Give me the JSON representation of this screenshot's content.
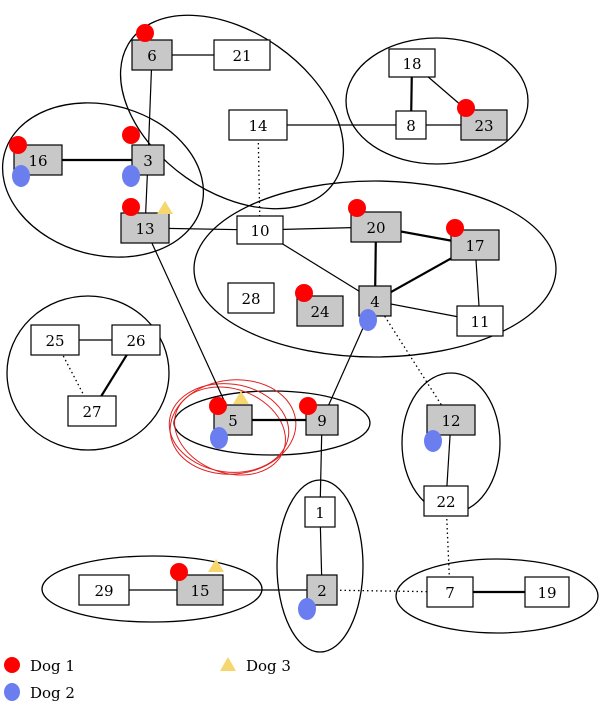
{
  "colors": {
    "dog1": "#ff0000",
    "dog2": "#6a7ef0",
    "dog3": "#f5d76e",
    "node_gray": "#c8c8c8",
    "node_white": "#ffffff",
    "scribble": "#e02020"
  },
  "nodes": [
    {
      "id": "1",
      "label": "1",
      "gray": false
    },
    {
      "id": "2",
      "label": "2",
      "gray": true
    },
    {
      "id": "3",
      "label": "3",
      "gray": true
    },
    {
      "id": "4",
      "label": "4",
      "gray": true
    },
    {
      "id": "5",
      "label": "5",
      "gray": true
    },
    {
      "id": "6",
      "label": "6",
      "gray": true
    },
    {
      "id": "7",
      "label": "7",
      "gray": false
    },
    {
      "id": "8",
      "label": "8",
      "gray": false
    },
    {
      "id": "9",
      "label": "9",
      "gray": true
    },
    {
      "id": "10",
      "label": "10",
      "gray": false
    },
    {
      "id": "11",
      "label": "11",
      "gray": false
    },
    {
      "id": "12",
      "label": "12",
      "gray": true
    },
    {
      "id": "13",
      "label": "13",
      "gray": true
    },
    {
      "id": "14",
      "label": "14",
      "gray": false
    },
    {
      "id": "15",
      "label": "15",
      "gray": true
    },
    {
      "id": "16",
      "label": "16",
      "gray": true
    },
    {
      "id": "17",
      "label": "17",
      "gray": true
    },
    {
      "id": "18",
      "label": "18",
      "gray": false
    },
    {
      "id": "19",
      "label": "19",
      "gray": false
    },
    {
      "id": "20",
      "label": "20",
      "gray": true
    },
    {
      "id": "21",
      "label": "21",
      "gray": false
    },
    {
      "id": "22",
      "label": "22",
      "gray": false
    },
    {
      "id": "23",
      "label": "23",
      "gray": true
    },
    {
      "id": "24",
      "label": "24",
      "gray": true
    },
    {
      "id": "25",
      "label": "25",
      "gray": false
    },
    {
      "id": "26",
      "label": "26",
      "gray": false
    },
    {
      "id": "27",
      "label": "27",
      "gray": false
    },
    {
      "id": "28",
      "label": "28",
      "gray": false
    },
    {
      "id": "29",
      "label": "29",
      "gray": false
    }
  ],
  "edges": [
    {
      "from": "6",
      "to": "21",
      "style": "solid"
    },
    {
      "from": "6",
      "to": "3",
      "style": "solid"
    },
    {
      "from": "16",
      "to": "3",
      "style": "bold"
    },
    {
      "from": "3",
      "to": "13",
      "style": "solid"
    },
    {
      "from": "13",
      "to": "10",
      "style": "solid"
    },
    {
      "from": "13",
      "to": "5",
      "style": "solid"
    },
    {
      "from": "14",
      "to": "8",
      "style": "solid"
    },
    {
      "from": "14",
      "to": "10",
      "style": "dotted"
    },
    {
      "from": "18",
      "to": "8",
      "style": "bold"
    },
    {
      "from": "18",
      "to": "23",
      "style": "solid"
    },
    {
      "from": "8",
      "to": "23",
      "style": "solid"
    },
    {
      "from": "10",
      "to": "20",
      "style": "solid"
    },
    {
      "from": "10",
      "to": "4",
      "style": "solid"
    },
    {
      "from": "20",
      "to": "17",
      "style": "bold"
    },
    {
      "from": "20",
      "to": "4",
      "style": "bold"
    },
    {
      "from": "17",
      "to": "4",
      "style": "bold"
    },
    {
      "from": "17",
      "to": "11",
      "style": "solid"
    },
    {
      "from": "4",
      "to": "11",
      "style": "solid"
    },
    {
      "from": "4",
      "to": "9",
      "style": "solid"
    },
    {
      "from": "4",
      "to": "12",
      "style": "dotted"
    },
    {
      "from": "25",
      "to": "26",
      "style": "solid"
    },
    {
      "from": "25",
      "to": "27",
      "style": "dotted"
    },
    {
      "from": "26",
      "to": "27",
      "style": "bold"
    },
    {
      "from": "5",
      "to": "9",
      "style": "bold"
    },
    {
      "from": "9",
      "to": "1",
      "style": "solid"
    },
    {
      "from": "1",
      "to": "2",
      "style": "solid"
    },
    {
      "from": "29",
      "to": "15",
      "style": "solid"
    },
    {
      "from": "15",
      "to": "2",
      "style": "solid"
    },
    {
      "from": "2",
      "to": "7",
      "style": "dotted"
    },
    {
      "from": "12",
      "to": "22",
      "style": "solid"
    },
    {
      "from": "22",
      "to": "7",
      "style": "dotted"
    },
    {
      "from": "7",
      "to": "19",
      "style": "bold"
    }
  ],
  "markers": [
    {
      "node": "6",
      "dog": "dog1"
    },
    {
      "node": "16",
      "dog": "dog1"
    },
    {
      "node": "16",
      "dog": "dog2"
    },
    {
      "node": "3",
      "dog": "dog1"
    },
    {
      "node": "3",
      "dog": "dog2"
    },
    {
      "node": "13",
      "dog": "dog1"
    },
    {
      "node": "13",
      "dog": "dog3"
    },
    {
      "node": "23",
      "dog": "dog1"
    },
    {
      "node": "20",
      "dog": "dog1"
    },
    {
      "node": "17",
      "dog": "dog1"
    },
    {
      "node": "24",
      "dog": "dog1"
    },
    {
      "node": "4",
      "dog": "dog2"
    },
    {
      "node": "5",
      "dog": "dog1"
    },
    {
      "node": "5",
      "dog": "dog2"
    },
    {
      "node": "5",
      "dog": "dog3"
    },
    {
      "node": "9",
      "dog": "dog1"
    },
    {
      "node": "12",
      "dog": "dog2"
    },
    {
      "node": "15",
      "dog": "dog1"
    },
    {
      "node": "15",
      "dog": "dog3"
    },
    {
      "node": "2",
      "dog": "dog2"
    }
  ],
  "legend": [
    {
      "dog": "dog1",
      "label": "Dog 1"
    },
    {
      "dog": "dog2",
      "label": "Dog 2"
    },
    {
      "dog": "dog3",
      "label": "Dog 3"
    }
  ]
}
